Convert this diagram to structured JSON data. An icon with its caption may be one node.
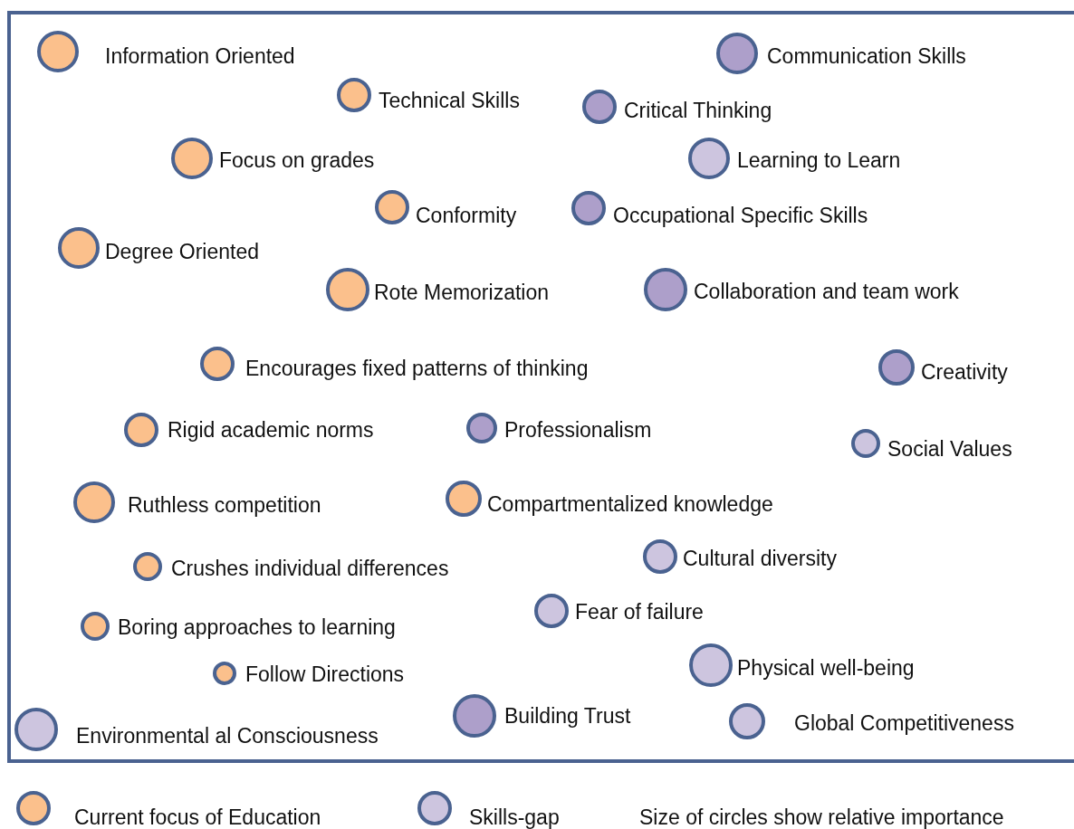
{
  "diagram": {
    "nodes": [
      {
        "text": [],
        "shape": "circle",
        "beside": [
          "Information Oriented"
        ]
      },
      {
        "text": [],
        "shape": "circle",
        "beside": [
          "Communication Skills"
        ]
      },
      {
        "text": [],
        "shape": "circle",
        "beside": [
          "Technical Skills"
        ]
      },
      {
        "text": [],
        "shape": "circle",
        "beside": [
          "Critical Thinking"
        ]
      },
      {
        "text": [],
        "shape": "circle",
        "beside": [
          "Focus on grades"
        ]
      },
      {
        "text": [],
        "shape": "circle",
        "beside": [
          "Learning to Learn"
        ]
      },
      {
        "text": [],
        "shape": "circle",
        "beside": [
          "Conformity"
        ]
      },
      {
        "text": [],
        "shape": "circle",
        "beside": [
          "Occupational Specific Skills"
        ]
      },
      {
        "text": [],
        "shape": "circle",
        "beside": [
          "Degree Oriented"
        ]
      },
      {
        "text": [],
        "shape": "circle",
        "beside": [
          "Rote Memorization"
        ]
      },
      {
        "text": [],
        "shape": "circle",
        "beside": [
          "Collaboration and team work"
        ]
      },
      {
        "text": [],
        "shape": "circle",
        "beside": [
          "Encourages fixed patterns of thinking"
        ]
      },
      {
        "text": [],
        "shape": "circle",
        "beside": [
          "Creativity"
        ]
      },
      {
        "text": [],
        "shape": "circle",
        "beside": [
          "Rigid academic norms"
        ]
      },
      {
        "text": [],
        "shape": "circle",
        "beside": [
          "Professionalism"
        ]
      },
      {
        "text": [],
        "shape": "circle",
        "beside": [
          "Social Values"
        ]
      },
      {
        "text": [],
        "shape": "circle",
        "beside": [
          "Ruthless competition"
        ]
      },
      {
        "text": [],
        "shape": "circle",
        "beside": [
          "Compartmentalized knowledge"
        ]
      },
      {
        "text": [],
        "shape": "circle",
        "beside": [
          "Crushes individual differences"
        ]
      },
      {
        "text": [],
        "shape": "circle",
        "beside": [
          "Cultural diversity"
        ]
      },
      {
        "text": [],
        "shape": "circle",
        "beside": [
          "Fear of failure"
        ]
      },
      {
        "text": [],
        "shape": "circle",
        "beside": [
          "Boring approaches to learning"
        ]
      },
      {
        "text": [],
        "shape": "circle",
        "beside": [
          "Physical well-being"
        ]
      },
      {
        "text": [],
        "shape": "circle",
        "beside": [
          "Follow Directions"
        ]
      },
      {
        "text": [],
        "shape": "circle",
        "beside": [
          "Building Trust"
        ]
      },
      {
        "text": [],
        "shape": "circle",
        "beside": [
          "Global Competitiveness"
        ]
      },
      {
        "text": [],
        "shape": "circle",
        "beside": [
          "Environmental al Consciousness"
        ]
      }
    ],
    "labels": [
      "Size of circles show relative importance"
    ],
    "legend": [
      {
        "text": "Current focus of Education",
        "color": "#fbc08c"
      },
      {
        "text": "Skills-gap",
        "color": "#cdc5df"
      }
    ]
  }
}
